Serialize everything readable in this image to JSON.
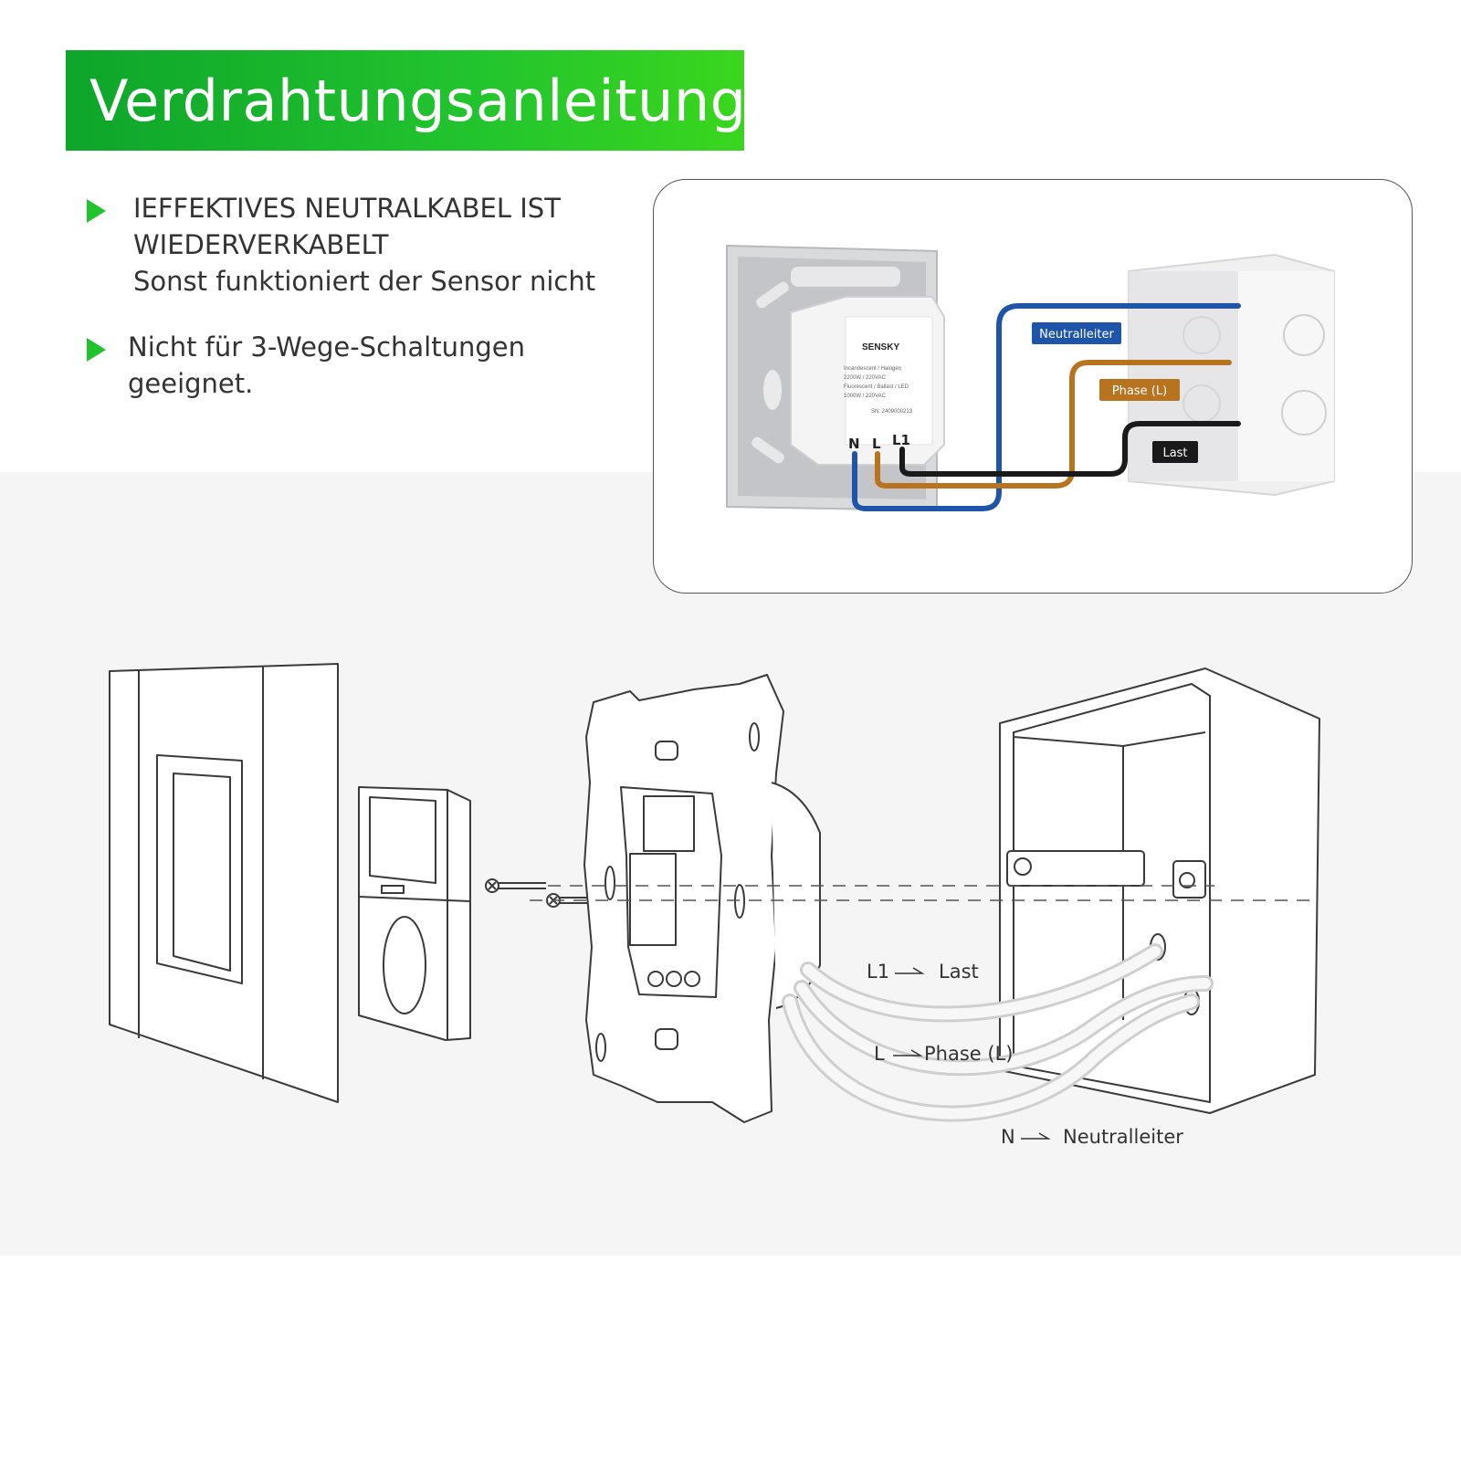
{
  "title": "Verdrahtungsanleitung",
  "bullets": [
    {
      "lines": [
        "IEFFEKTIVES NEUTRALKABEL IST",
        "WIEDERVERKABELT",
        "Sonst funktioniert der Sensor nicht"
      ]
    },
    {
      "lines": [
        "Nicht für 3-Wege-Schaltungen",
        "geeignet."
      ]
    }
  ],
  "photo": {
    "brand": "SENSKY",
    "module_specs": [
      "Incandescent / Halogen",
      "2200W / 220VAC",
      "Fluorescent / Ballast / LED",
      "1000W / 220VAC",
      "SN: 2409000213"
    ],
    "terminals": [
      "N",
      "L",
      "L1"
    ],
    "wire_labels": {
      "neutral": "Neutralleiter",
      "phase": "Phase (L)",
      "load": "Last"
    },
    "wire_colors": {
      "neutral": "#1f55a8",
      "phase": "#b8731e",
      "load": "#1a1a1a"
    }
  },
  "diagram": {
    "wires": [
      {
        "terminal": "L1",
        "label": "Last"
      },
      {
        "terminal": "L",
        "label": "Phase (L)"
      },
      {
        "terminal": "N",
        "label": "Neutralleiter"
      }
    ]
  }
}
